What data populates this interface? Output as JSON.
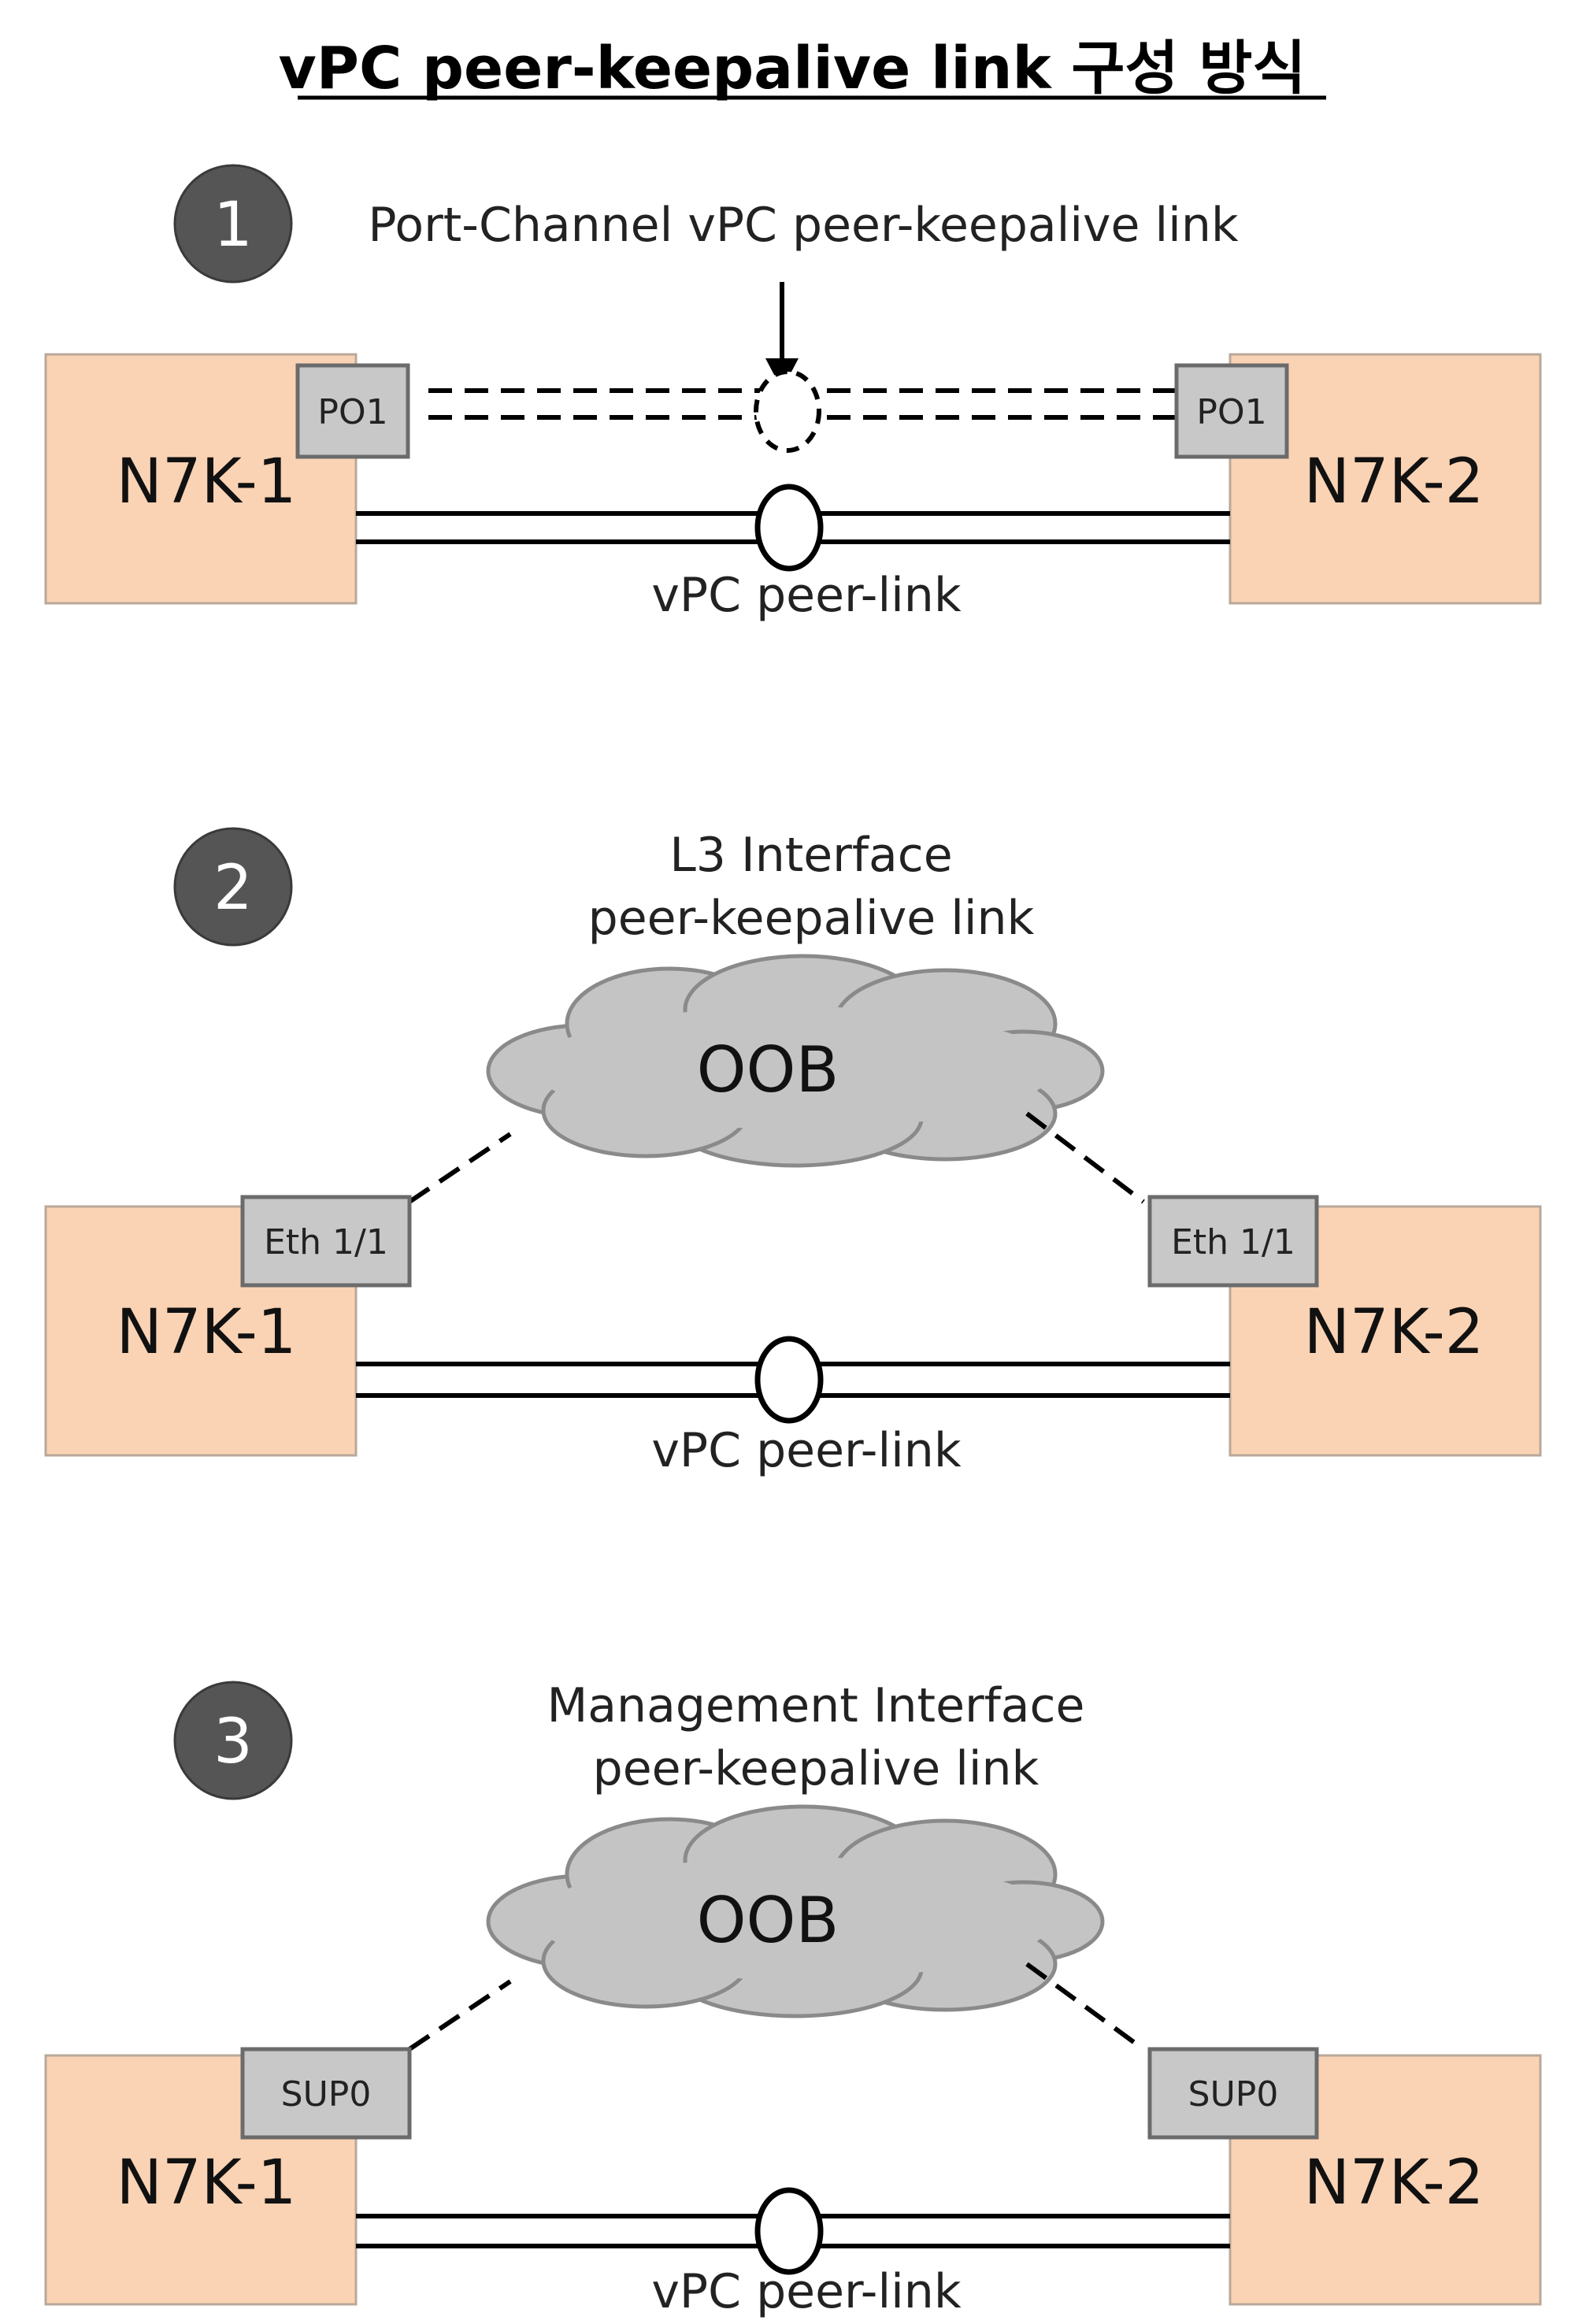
{
  "title": "vPC peer-keepalive link 구성 방식",
  "sections": [
    {
      "number": "1",
      "caption_line1": "Port-Channel vPC peer-keepalive link",
      "caption_line2": "",
      "left_node": "N7K-1",
      "right_node": "N7K-2",
      "left_port": "PO1",
      "right_port": "PO1",
      "peer_link_label": "vPC peer-link"
    },
    {
      "number": "2",
      "caption_line1": "L3 Interface",
      "caption_line2": "peer-keepalive link",
      "cloud_label": "OOB",
      "left_node": "N7K-1",
      "right_node": "N7K-2",
      "left_port": "Eth 1/1",
      "right_port": "Eth 1/1",
      "peer_link_label": "vPC peer-link"
    },
    {
      "number": "3",
      "caption_line1": "Management Interface",
      "caption_line2": "peer-keepalive link",
      "cloud_label": "OOB",
      "left_node": "N7K-1",
      "right_node": "N7K-2",
      "left_port": "SUP0",
      "right_port": "SUP0",
      "peer_link_label": "vPC peer-link"
    }
  ]
}
